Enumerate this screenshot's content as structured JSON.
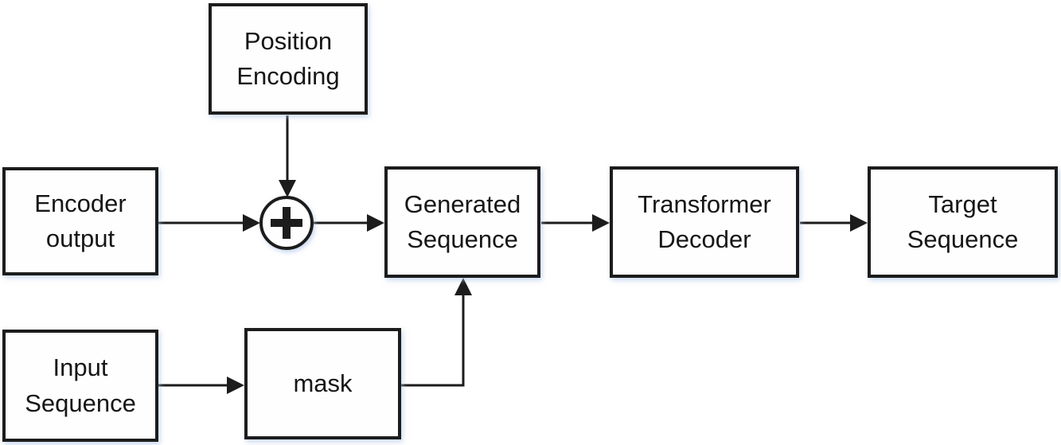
{
  "diagram": {
    "type": "flowchart",
    "background_color": "#ffffff",
    "box_border_color": "#1c1c1c",
    "text_color": "#161616",
    "shadow_tint": "#aac3e6",
    "nodes": {
      "position_encoding": {
        "label": "Position Encoding",
        "shape": "rectangle"
      },
      "encoder_output": {
        "label": "Encoder output",
        "shape": "rectangle"
      },
      "sum_junction": {
        "icon": "plus-circle-icon",
        "symbol": "+",
        "shape": "circle"
      },
      "generated_sequence": {
        "label": "Generated Sequence",
        "shape": "rectangle"
      },
      "transformer_decoder": {
        "label": "Transformer Decoder",
        "shape": "rectangle"
      },
      "target_sequence": {
        "label": "Target Sequence",
        "shape": "rectangle"
      },
      "input_sequence": {
        "label": "Input Sequence",
        "shape": "rectangle"
      },
      "mask": {
        "label": "mask",
        "shape": "rectangle"
      }
    },
    "edges": [
      {
        "from": "position_encoding",
        "to": "sum_junction",
        "style": "arrow",
        "route": "down"
      },
      {
        "from": "encoder_output",
        "to": "sum_junction",
        "style": "arrow",
        "route": "right"
      },
      {
        "from": "sum_junction",
        "to": "generated_sequence",
        "style": "arrow",
        "route": "right"
      },
      {
        "from": "generated_sequence",
        "to": "transformer_decoder",
        "style": "arrow",
        "route": "right"
      },
      {
        "from": "transformer_decoder",
        "to": "target_sequence",
        "style": "arrow",
        "route": "right"
      },
      {
        "from": "input_sequence",
        "to": "mask",
        "style": "arrow",
        "route": "right"
      },
      {
        "from": "mask",
        "to": "generated_sequence",
        "style": "arrow",
        "route": "right-then-up"
      }
    ]
  }
}
